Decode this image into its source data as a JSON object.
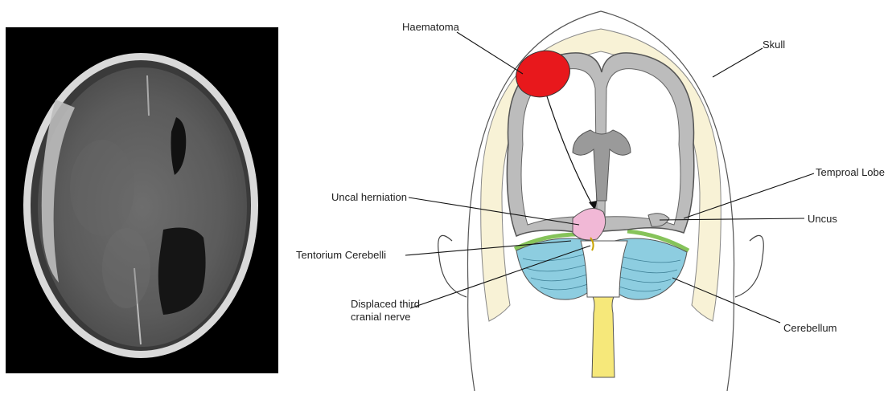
{
  "labels": {
    "haematoma": "Haematoma",
    "skull": "Skull",
    "temporal_lobe": "Temproal Lobe",
    "uncal_herniation": "Uncal herniation",
    "uncus": "Uncus",
    "tentorium": "Tentorium Cerebelli",
    "third_nerve_line1": "Displaced third",
    "third_nerve_line2": "cranial nerve",
    "cerebellum": "Cerebellum"
  },
  "colors": {
    "haematoma": "#e8181c",
    "cerebellum": "#8dcde0",
    "brainstem": "#f6e87a",
    "uncus_herniation": "#f1b8d6",
    "tentorium": "#86c35a",
    "skull": "#f8f2d6",
    "gray_matter": "#9a9a9a"
  }
}
